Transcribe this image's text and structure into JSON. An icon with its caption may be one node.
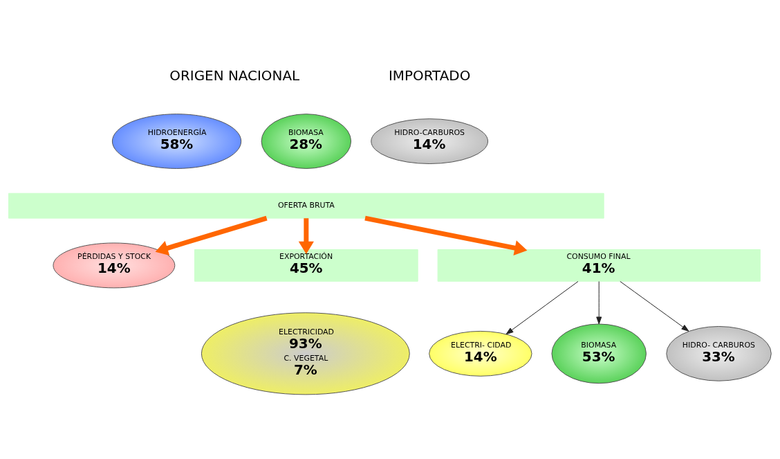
{
  "diagram": {
    "nodes": [
      {
        "text": [
          "HIDROENERGÍA",
          "58%"
        ]
      },
      {
        "text": [
          "BIOMASA",
          "28%"
        ]
      },
      {
        "text": [
          "HIDRO-CARBUROS",
          "14%"
        ]
      },
      {
        "text": [
          "OFERTA BRUTA"
        ]
      },
      {
        "text": [
          "PÉRDIDAS Y STOCK",
          "14%"
        ]
      },
      {
        "text": [
          "EXPORTACIÓN",
          "45%"
        ]
      },
      {
        "text": [
          "CONSUMO FINAL",
          "41%"
        ]
      },
      {
        "text": [
          "ELECTRICIDAD",
          "93%",
          "C. VEGETAL",
          "7%"
        ]
      },
      {
        "text": [
          "ELECTRI- CIDAD",
          "14%"
        ]
      },
      {
        "text": [
          "BIOMASA",
          "53%"
        ]
      },
      {
        "text": [
          "HIDRO- CARBUROS",
          "33%"
        ]
      }
    ],
    "edges": [
      {
        "from": 3,
        "to": 4,
        "arrow": "to",
        "style": "thick",
        "color": "#ff6600"
      },
      {
        "from": 3,
        "to": 5,
        "arrow": "to",
        "style": "thick",
        "color": "#ff6600"
      },
      {
        "from": 3,
        "to": 6,
        "arrow": "to",
        "style": "thick",
        "color": "#ff6600"
      },
      {
        "from": 6,
        "to": 8,
        "arrow": "to",
        "color": "#222222"
      },
      {
        "from": 6,
        "to": 9,
        "arrow": "to",
        "color": "#222222"
      },
      {
        "from": 6,
        "to": 10,
        "arrow": "to",
        "color": "#222222"
      }
    ],
    "labels": [
      "ORIGEN NACIONAL",
      "IMPORTADO"
    ]
  }
}
